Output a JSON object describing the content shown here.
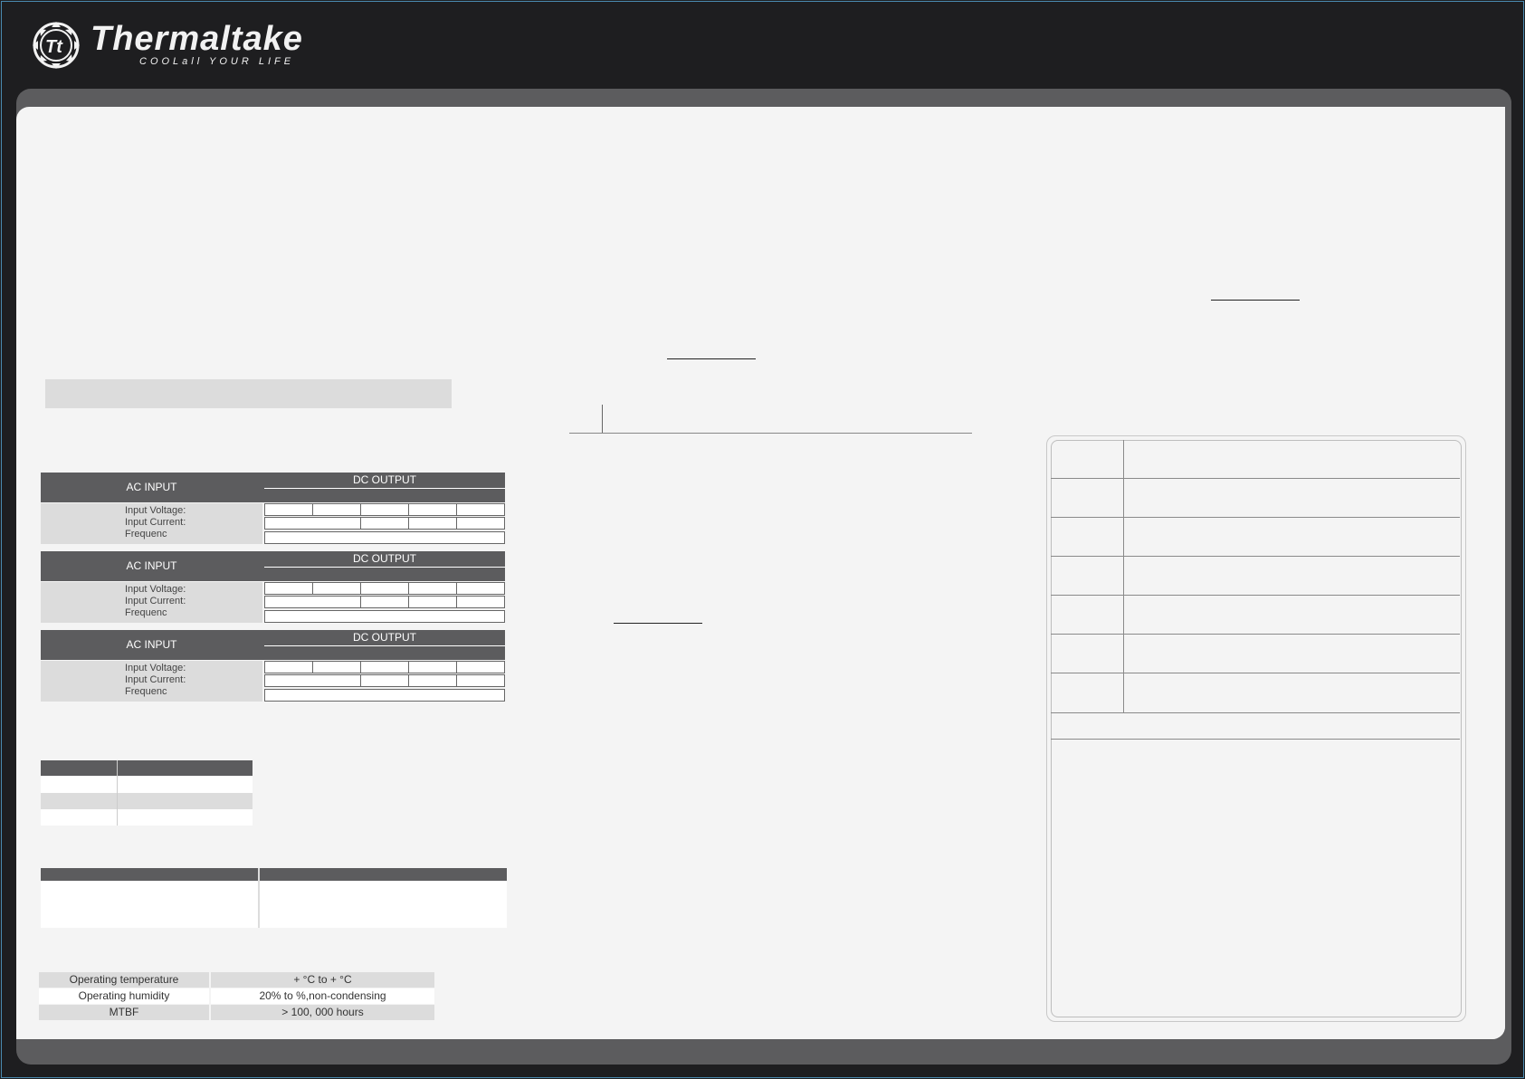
{
  "brand": {
    "name": "Thermaltake",
    "tagline": "COOLall YOUR LIFE",
    "monogram": "Tt"
  },
  "ac_tables": [
    {
      "ac_label": "AC INPUT",
      "dc_label": "DC OUTPUT",
      "rows": [
        "Input Voltage:",
        "Input Current:",
        "Frequenc"
      ]
    },
    {
      "ac_label": "AC INPUT",
      "dc_label": "DC OUTPUT",
      "rows": [
        "Input Voltage:",
        "Input Current:",
        "Frequenc"
      ]
    },
    {
      "ac_label": "AC INPUT",
      "dc_label": "DC OUTPUT",
      "rows": [
        "Input Voltage:",
        "Input Current:",
        "Frequenc"
      ]
    }
  ],
  "environment": [
    {
      "label": "Operating temperature",
      "value": "+   °C to +     °C"
    },
    {
      "label": "Operating humidity",
      "value": "20% to      %,non-condensing"
    },
    {
      "label": "MTBF",
      "value": "> 100, 000 hours"
    }
  ],
  "colors": {
    "header_bg": "#1e1e20",
    "panel_dark": "#5c5c5e",
    "sheet_bg": "#f4f4f4",
    "row_light": "#dcdcdc"
  }
}
